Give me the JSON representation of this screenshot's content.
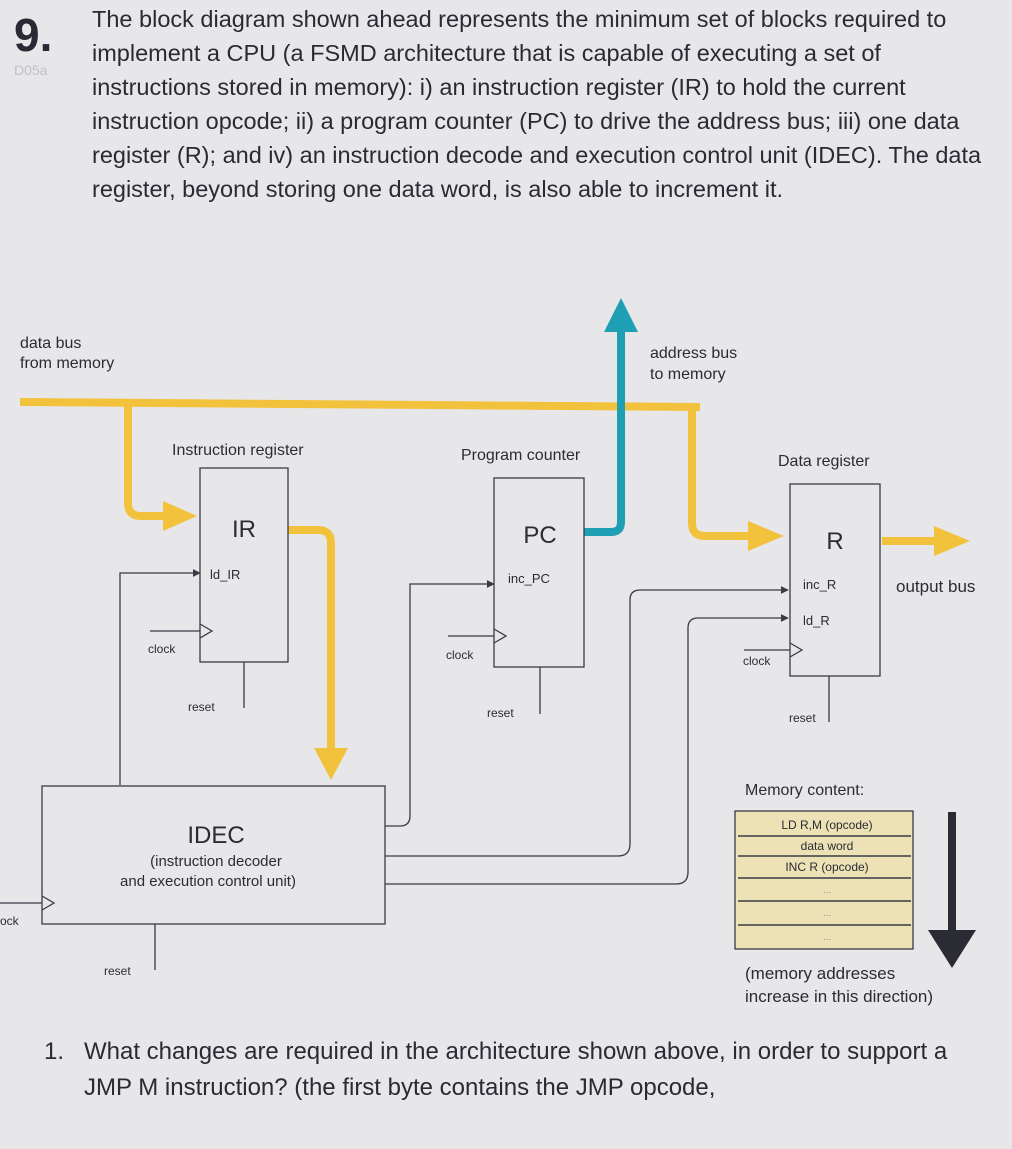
{
  "question": {
    "number": "9.",
    "tag": "D05a",
    "intro": "The block diagram shown ahead represents the minimum set of blocks required to implement a CPU (a FSMD architecture that is capable of executing a set of instructions stored in memory): i) an instruction register (IR) to hold the current instruction opcode; ii) a program counter (PC) to drive the address bus; iii) one data register (R); and iv) an instruction decode and execution control unit (IDEC). The data register, beyond storing one data word, is also able to increment it."
  },
  "diagram": {
    "data_bus_label": [
      "data bus",
      "from memory"
    ],
    "address_bus_label": [
      "address bus",
      "to memory"
    ],
    "blocks": {
      "ir": {
        "title": "Instruction register",
        "name": "IR",
        "signals": [
          "ld_IR"
        ],
        "clock": "clock",
        "reset": "reset"
      },
      "pc": {
        "title": "Program counter",
        "name": "PC",
        "signals": [
          "inc_PC"
        ],
        "clock": "clock",
        "reset": "reset"
      },
      "r": {
        "title": "Data register",
        "name": "R",
        "signals": [
          "inc_R",
          "ld_R"
        ],
        "clock": "clock",
        "reset": "reset"
      },
      "idec": {
        "name": "IDEC",
        "subtitle": [
          "(instruction decoder",
          "and execution control unit)"
        ],
        "clock": "ock",
        "reset": "reset"
      }
    },
    "output_bus_label": "output bus",
    "memory": {
      "title": "Memory content:",
      "rows": [
        "LD R,M (opcode)",
        "data word",
        "INC R (opcode)",
        "...",
        "...",
        "..."
      ],
      "direction_note": [
        "(memory addresses",
        "increase in this direction)"
      ]
    },
    "colors": {
      "bus": "#f3c23d",
      "address_bus": "#1f9fb4",
      "wire": "#3a3a44",
      "memory_fill": "#ece2b6"
    }
  },
  "question_1": {
    "number": "1.",
    "text": "What changes are required in the architecture shown above, in order to support a JMP M instruction? (the first byte contains the JMP opcode,"
  }
}
